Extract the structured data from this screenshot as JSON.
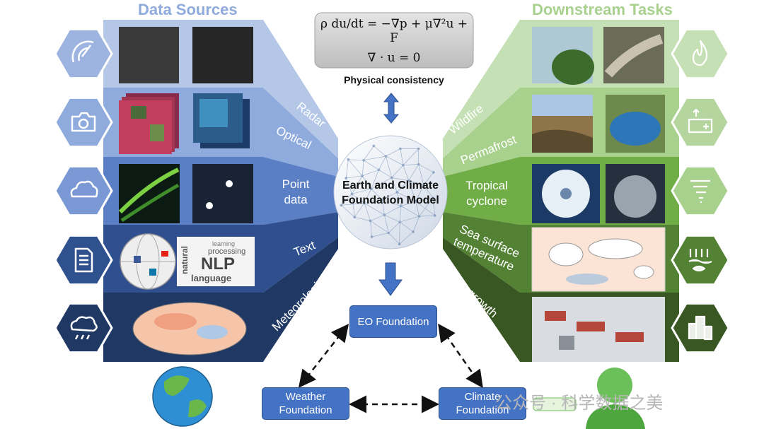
{
  "titles": {
    "left": "Data Sources",
    "right": "Downstream Tasks"
  },
  "equation": {
    "line1": "ρ du/dt = −∇p + μ∇²u + F",
    "line2": "∇ · u = 0",
    "caption": "Physical consistency"
  },
  "core": {
    "line1": "Earth and Climate",
    "line2": "Foundation Model"
  },
  "sources": [
    {
      "label": "Radar",
      "icon": "radar-dish-icon"
    },
    {
      "label": "Optical",
      "icon": "camera-icon"
    },
    {
      "label": "Point data",
      "icon": "cloud-icon"
    },
    {
      "label": "Text",
      "icon": "document-icon"
    },
    {
      "label": "Meteorological",
      "icon": "storm-cloud-icon"
    }
  ],
  "tasks": [
    {
      "label": "Wildfire",
      "icon": "fire-icon"
    },
    {
      "label": "Permafrost",
      "icon": "permafrost-icon"
    },
    {
      "label": "Tropical cyclone",
      "icon": "cyclone-icon"
    },
    {
      "label": "Sea surface temperature",
      "icon": "fish-waves-icon"
    },
    {
      "label": "Urban growth",
      "icon": "city-icon"
    }
  ],
  "text_collage": {
    "nlp": "NLP",
    "language": "language",
    "natural": "natural",
    "processing": "processing",
    "learning": "learning"
  },
  "foundations": {
    "eo": "EO Foundation",
    "weather": "Weather Foundation",
    "climate": "Climate Foundation"
  },
  "watermark": "公众号 · 科学数据之美",
  "colors": {
    "band_source": [
      "#b4c7e7",
      "#8faadc",
      "#5b7fc4",
      "#2f4f8f",
      "#1f3864"
    ],
    "band_task": [
      "#c5e0b4",
      "#a9d18e",
      "#70ad47",
      "#548235",
      "#385723"
    ],
    "hex_source": [
      "#9db4e0",
      "#8faadc",
      "#7a99d4",
      "#2f528f",
      "#1f3864"
    ],
    "hex_task": [
      "#c5e0b4",
      "#b4d59e",
      "#a9d18e",
      "#548235",
      "#385723"
    ],
    "foundation_box": "#4472c4"
  }
}
